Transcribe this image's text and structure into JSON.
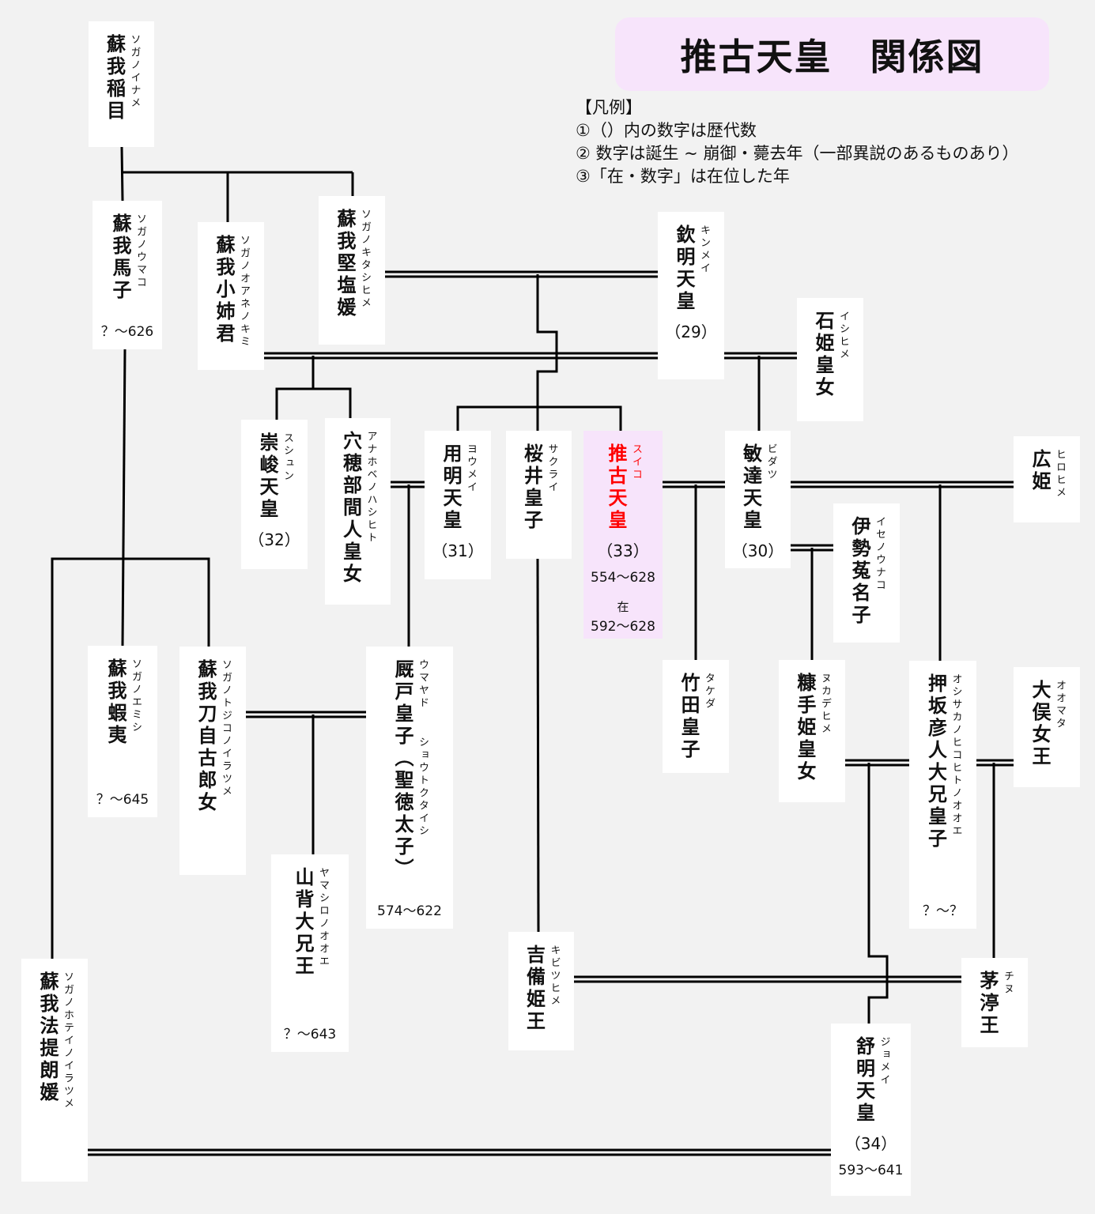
{
  "title": "推古天皇　関係図",
  "legend": {
    "heading": "【凡例】",
    "items": [
      "①（）内の数字は歴代数",
      "② 数字は誕生 ~ 崩御・薨去年（一部異説のあるものあり）",
      "③「在・数字」は在位した年"
    ]
  },
  "colors": {
    "background": "#f2f2f2",
    "box": "#ffffff",
    "highlight_bg": "#f7e4fb",
    "highlight_text": "#ff0000",
    "line": "#000000"
  },
  "persons": [
    {
      "id": "inaname",
      "name": "蘇我稲目",
      "kana": [
        "ソガノイナメ"
      ]
    },
    {
      "id": "umako",
      "name": "蘇我馬子",
      "kana": [
        "ソガノウマコ"
      ],
      "dates": "？～626"
    },
    {
      "id": "oane",
      "name": "蘇我小姉君",
      "kana": [
        "ソガノオアネノキミ"
      ]
    },
    {
      "id": "kitashi",
      "name": "蘇我堅塩媛",
      "kana": [
        "ソガノキタシヒメ"
      ]
    },
    {
      "id": "kinmei",
      "name": "欽明天皇",
      "kana": [
        "キンメイ"
      ],
      "reign": "（29）"
    },
    {
      "id": "ishihime",
      "name": "石姫皇女",
      "kana": [
        "イシヒメ"
      ]
    },
    {
      "id": "sushun",
      "name": "崇峻天皇",
      "kana": [
        "スシュン"
      ],
      "reign": "（32）"
    },
    {
      "id": "hashihito",
      "name": "穴穂部間人皇女",
      "kana": [
        "アナホベノハシヒト"
      ]
    },
    {
      "id": "yomei",
      "name": "用明天皇",
      "kana": [
        "ヨウメイ"
      ],
      "reign": "（31）"
    },
    {
      "id": "sakurai",
      "name": "桜井皇子",
      "kana": [
        "サクライ"
      ]
    },
    {
      "id": "suiko",
      "name": "推古天皇",
      "kana": [
        "スイコ"
      ],
      "reign": "（33）",
      "dates": "554～628",
      "reign_label": "在",
      "reign_years": "592～628",
      "highlight": true
    },
    {
      "id": "bidatsu",
      "name": "敏達天皇",
      "kana": [
        "ビダツ"
      ],
      "reign": "（30）"
    },
    {
      "id": "hirohime",
      "name": "広姫",
      "kana": [
        "ヒロヒメ"
      ]
    },
    {
      "id": "unako",
      "name": "伊勢菟名子",
      "kana": [
        "イセノウナコ"
      ]
    },
    {
      "id": "takeda",
      "name": "竹田皇子",
      "kana": [
        "タケダ"
      ]
    },
    {
      "id": "nukade",
      "name": "糠手姫皇女",
      "kana": [
        "ヌカデヒメ"
      ]
    },
    {
      "id": "oshisaka",
      "name": "押坂彦人大兄皇子",
      "kana": [
        "オシサカノヒコヒトノオオエ"
      ],
      "dates": "？～？"
    },
    {
      "id": "omata",
      "name": "大俣女王",
      "kana": [
        "オオマタ"
      ]
    },
    {
      "id": "emishi",
      "name": "蘇我蝦夷",
      "kana": [
        "ソガノエミシ"
      ],
      "dates": "？～645"
    },
    {
      "id": "tojiko",
      "name": "蘇我刀自古郎女",
      "kana": [
        "ソガノトジコノイラツメ"
      ]
    },
    {
      "id": "umayado",
      "name": "厩戸皇子（聖徳太子）",
      "kana": [
        "ウマヤド",
        "ショウトクタイシ"
      ],
      "dates": "574～622"
    },
    {
      "id": "yamashiro",
      "name": "山背大兄王",
      "kana": [
        "ヤマシロノオオエ"
      ],
      "dates": "？～643"
    },
    {
      "id": "kibitsu",
      "name": "吉備姫王",
      "kana": [
        "キビツヒメ"
      ]
    },
    {
      "id": "chinu",
      "name": "茅渟王",
      "kana": [
        "チヌ"
      ]
    },
    {
      "id": "jomei",
      "name": "舒明天皇",
      "kana": [
        "ジョメイ"
      ],
      "reign": "（34）",
      "dates": "593～641"
    },
    {
      "id": "hotei",
      "name": "蘇我法提朗媛",
      "kana": [
        "ソガノホテイノイラツメ"
      ]
    }
  ]
}
